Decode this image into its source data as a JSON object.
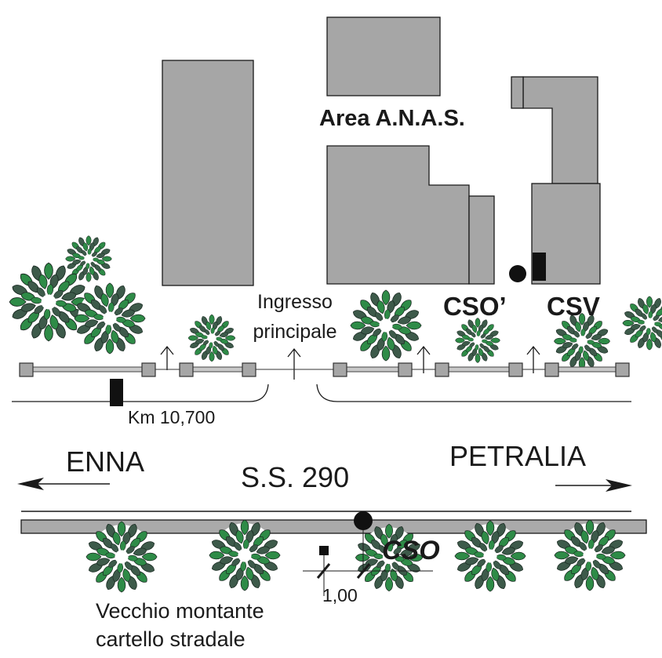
{
  "labels": {
    "area_anas": "Area A.N.A.S.",
    "ingresso_line1": "Ingresso",
    "ingresso_line2": "principale",
    "cso_prime": "CSO’",
    "csv": "CSV",
    "km": "Km 10,700",
    "enna": "ENNA",
    "petralia": "PETRALIA",
    "road": "S.S. 290",
    "cso": "CSO",
    "distance": "1,00",
    "vecchio_line1": "Vecchio montante",
    "vecchio_line2": "cartello stradale"
  },
  "colors": {
    "building": "#a6a6a6",
    "outline": "#1a1a1a",
    "tree_dark": "#3d5a4a",
    "tree_green": "#2e8b47",
    "road_fill": "#aaaaaa"
  }
}
